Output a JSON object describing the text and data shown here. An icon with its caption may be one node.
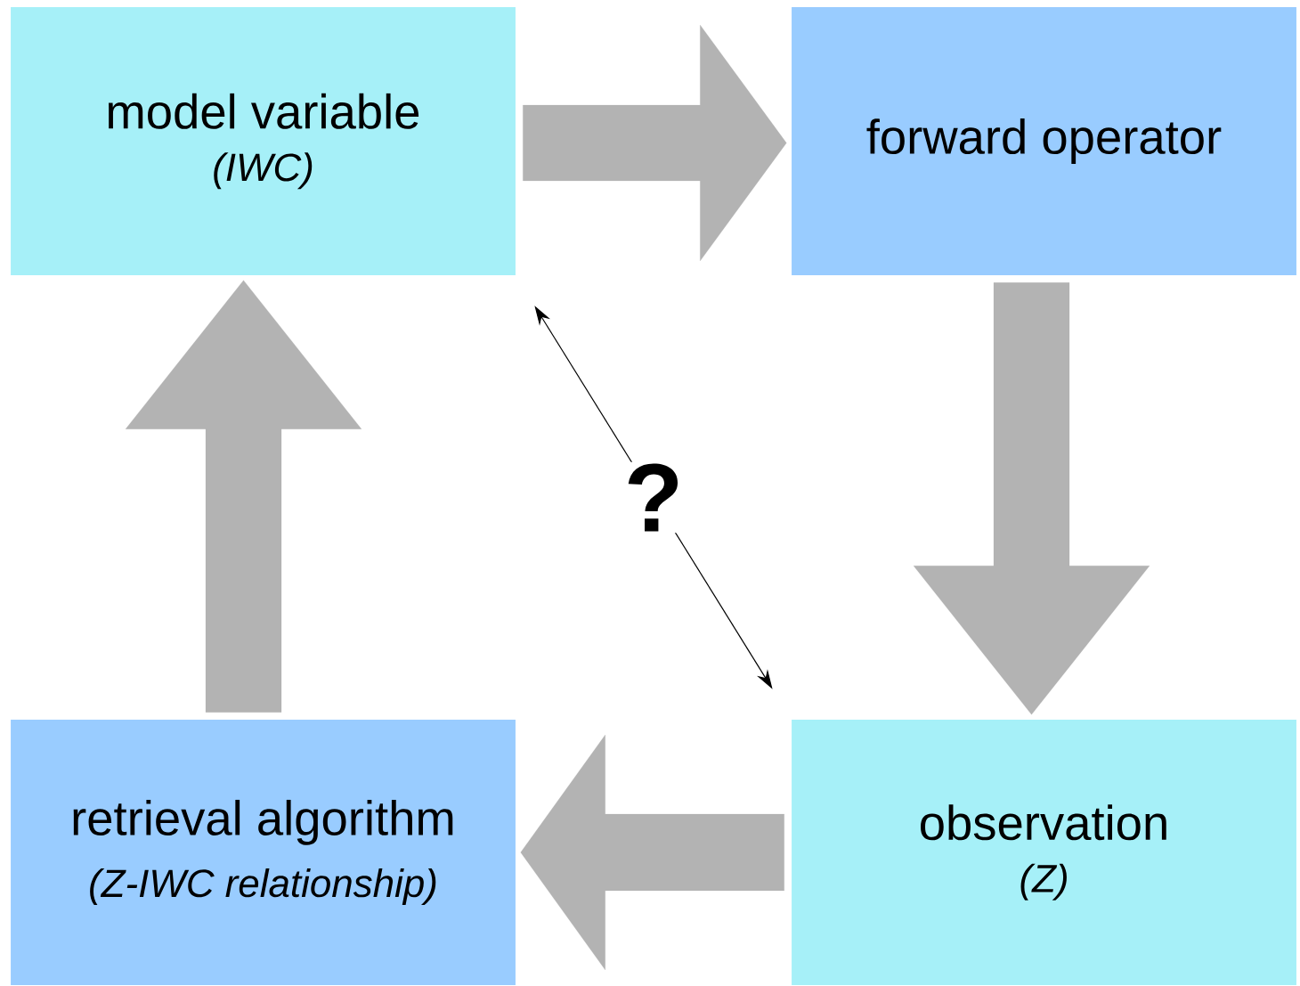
{
  "diagram": {
    "nodes": [
      {
        "text": [
          "model variable",
          "(IWC)"
        ]
      },
      {
        "text": [
          "forward operator"
        ]
      },
      {
        "text": [
          "observation",
          "(Z)"
        ]
      },
      {
        "text": [
          "retrieval algorithm",
          "(Z-IWC relationship)"
        ]
      }
    ],
    "edges": [
      {
        "from": 0,
        "to": 1,
        "arrow": "to"
      },
      {
        "from": 1,
        "to": 2,
        "arrow": "to"
      },
      {
        "from": 2,
        "to": 3,
        "arrow": "to"
      },
      {
        "from": 3,
        "to": 0,
        "arrow": "to"
      },
      {
        "from": 0,
        "to": 2,
        "arrow": "both",
        "label": "?",
        "color": "#000000"
      }
    ]
  }
}
